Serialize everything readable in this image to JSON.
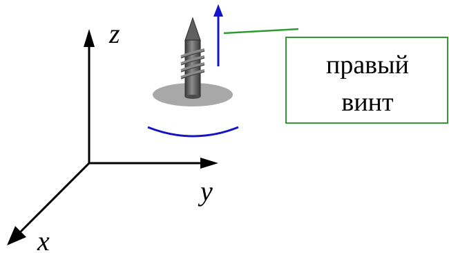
{
  "axes": {
    "z_label": "z",
    "y_label": "y",
    "x_label": "x"
  },
  "callout": {
    "line1": "правый",
    "line2": "винт"
  },
  "colors": {
    "axis": "#000000",
    "callout_border": "#2e9b2e",
    "callout_leader": "#2e9b2e",
    "rotation_arc": "#1414c8",
    "direction_arrow": "#1414c8",
    "screw_body": "#606060",
    "screw_thread": "#8a8a8a",
    "washer": "#a8a8a8"
  },
  "icons": {
    "screw": "screw-icon",
    "rotation": "rotation-arc-icon",
    "direction": "up-arrow-icon"
  }
}
